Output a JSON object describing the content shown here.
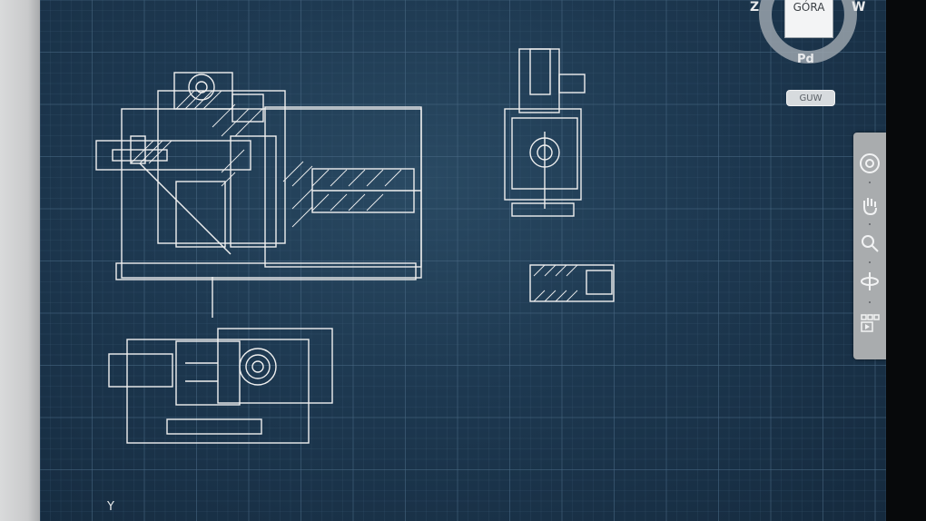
{
  "viewcube": {
    "face_label": "GÓRA",
    "left_label": "Z",
    "right_label": "W",
    "bottom_label": "Pd",
    "wcs_label": "GUW"
  },
  "ucs": {
    "y_label": "Y"
  },
  "navbar": {
    "tools": [
      "steering-wheel",
      "pan",
      "zoom",
      "orbit",
      "showmotion"
    ]
  },
  "colors": {
    "background": "#1d3850",
    "grid": "#4a6a85",
    "lines": "#f2f2f2"
  }
}
